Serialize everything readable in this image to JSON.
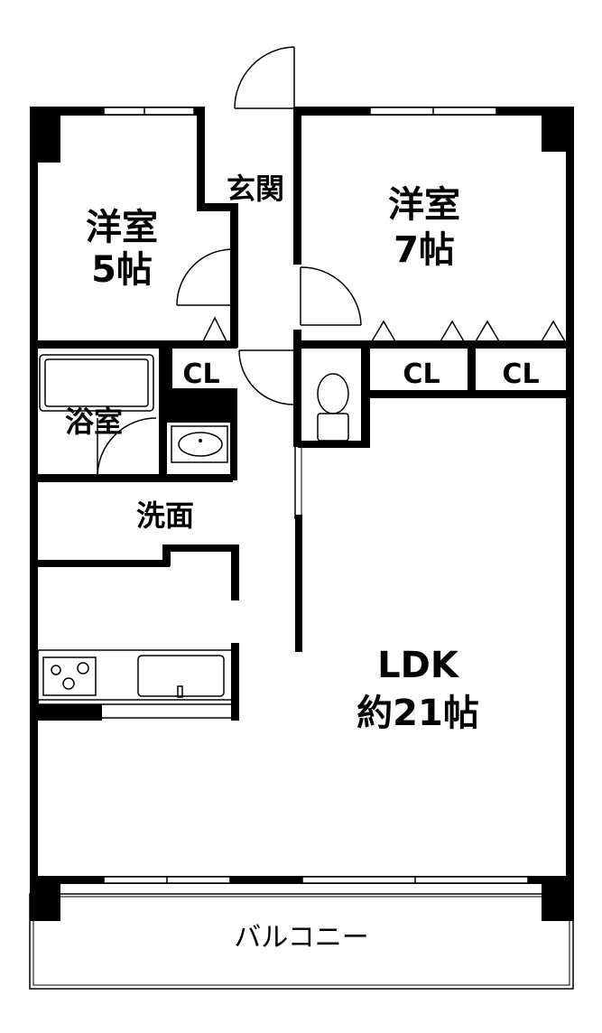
{
  "rooms": {
    "western_5": {
      "name": "洋室",
      "size": "5帖"
    },
    "western_7": {
      "name": "洋室",
      "size": "7帖"
    },
    "entrance": "玄関",
    "bath": "浴室",
    "washroom": "洗面",
    "ldk": {
      "name": "LDK",
      "size": "約21帖"
    },
    "closet_left": "CL",
    "closet_mid": "CL",
    "closet_right": "CL",
    "balcony": "バルコニー"
  }
}
